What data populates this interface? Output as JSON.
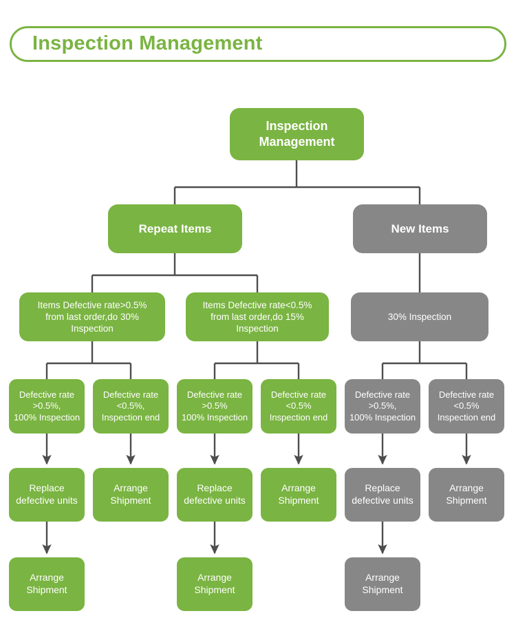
{
  "header": {
    "title": "Inspection Management",
    "border_color": "#7ab442",
    "text_color": "#7ab442"
  },
  "palette": {
    "green": "#7ab442",
    "gray": "#878787",
    "connector": "#4d4d4d",
    "node_text": "#ffffff",
    "background": "#ffffff"
  },
  "diagram": {
    "type": "flowchart-tree",
    "root": {
      "id": "root",
      "label": "Inspection\nManagement",
      "color": "green"
    },
    "branches": [
      {
        "id": "repeat-items",
        "label": "Repeat Items",
        "color": "green"
      },
      {
        "id": "new-items",
        "label": "New Items",
        "color": "gray"
      }
    ],
    "rules": [
      {
        "id": "rule-repeat-high",
        "label": "Items Defective rate>0.5%\nfrom last order,do 30%\nInspection",
        "color": "green"
      },
      {
        "id": "rule-repeat-low",
        "label": "Items Defective rate<0.5%\nfrom last order,do 15%\nInspection",
        "color": "green"
      },
      {
        "id": "rule-new",
        "label": "30% Inspection",
        "color": "gray"
      }
    ],
    "results": [
      {
        "id": "result-1",
        "label": "Defective rate\n>0.5%,\n100% Inspection",
        "color": "green"
      },
      {
        "id": "result-2",
        "label": "Defective rate\n<0.5%,\nInspection end",
        "color": "green"
      },
      {
        "id": "result-3",
        "label": "Defective rate\n>0.5%\n100% Inspection",
        "color": "green"
      },
      {
        "id": "result-4",
        "label": "Defective rate\n<0.5%\nInspection end",
        "color": "green"
      },
      {
        "id": "result-5",
        "label": "Defective rate\n>0.5%,\n100% Inspection",
        "color": "gray"
      },
      {
        "id": "result-6",
        "label": "Defective rate\n<0.5%\nInspection end",
        "color": "gray"
      }
    ],
    "actions": [
      {
        "id": "action-1",
        "label": "Replace\ndefective units",
        "color": "green"
      },
      {
        "id": "action-2",
        "label": "Arrange\nShipment",
        "color": "green"
      },
      {
        "id": "action-3",
        "label": "Replace\ndefective units",
        "color": "green"
      },
      {
        "id": "action-4",
        "label": "Arrange\nShipment",
        "color": "green"
      },
      {
        "id": "action-5",
        "label": "Replace\ndefective units",
        "color": "gray"
      },
      {
        "id": "action-6",
        "label": "Arrange\nShipment",
        "color": "gray"
      }
    ],
    "final_actions": [
      {
        "id": "final-1",
        "label": "Arrange\nShipment",
        "color": "green"
      },
      {
        "id": "final-3",
        "label": "Arrange\nShipment",
        "color": "green"
      },
      {
        "id": "final-5",
        "label": "Arrange\nShipment",
        "color": "gray"
      }
    ]
  }
}
